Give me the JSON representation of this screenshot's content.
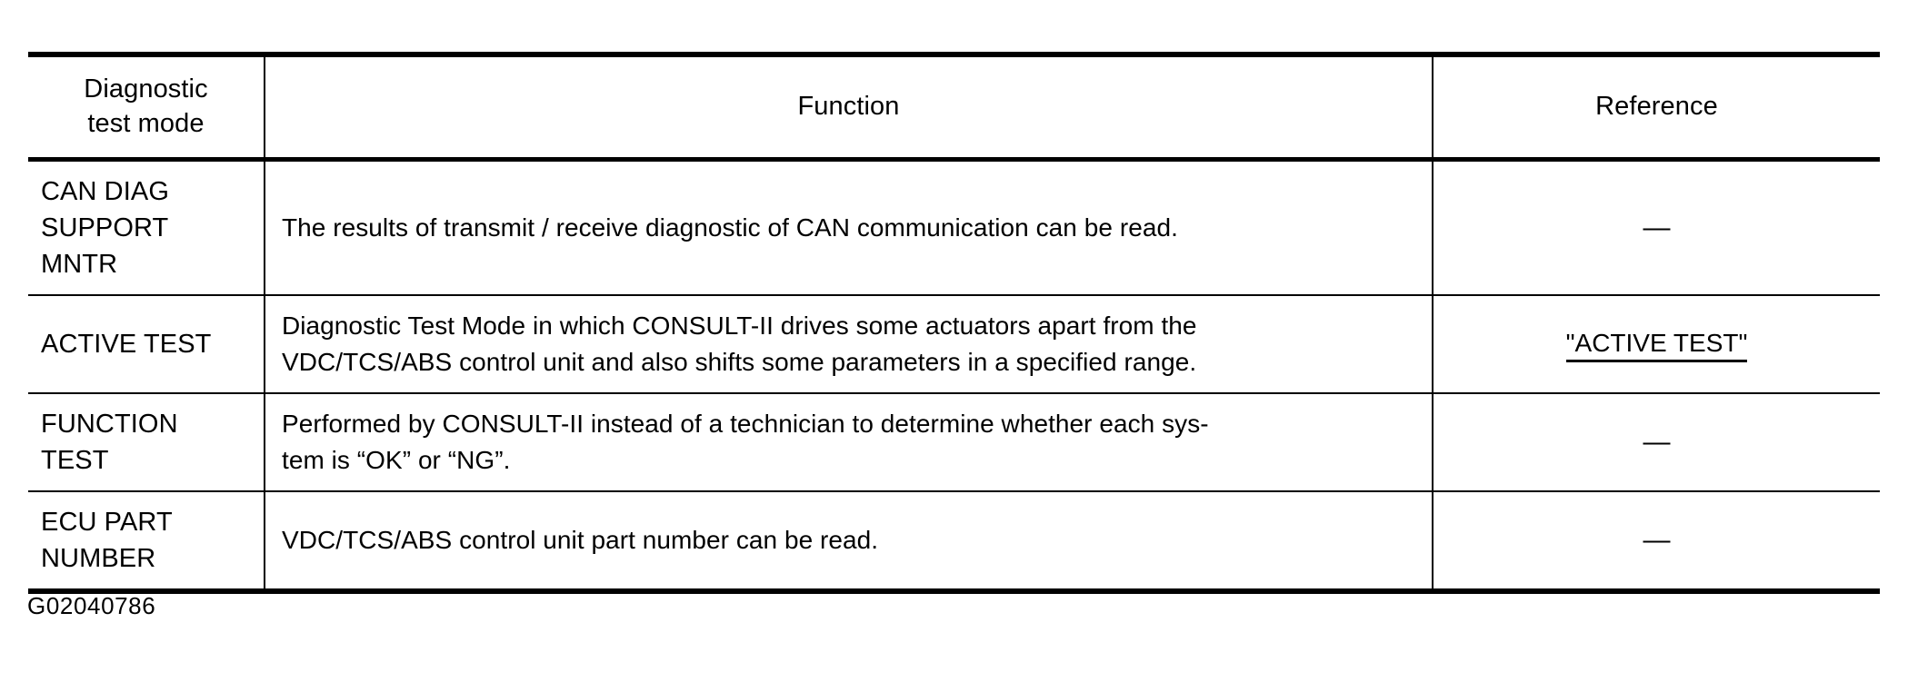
{
  "figure": {
    "caption_id": "G02040786"
  },
  "table": {
    "columns": [
      {
        "key": "mode",
        "header_lines": [
          "Diagnostic",
          "test mode"
        ],
        "align": "center"
      },
      {
        "key": "function",
        "header_lines": [
          "Function"
        ],
        "align": "center"
      },
      {
        "key": "reference",
        "header_lines": [
          "Reference"
        ],
        "align": "center"
      }
    ],
    "rows": [
      {
        "mode_lines": [
          "CAN DIAG",
          "SUPPORT",
          "MNTR"
        ],
        "function_lines": [
          "The results of transmit / receive diagnostic of CAN communication can be read."
        ],
        "reference": {
          "type": "dash",
          "text": "—"
        }
      },
      {
        "mode_lines": [
          "ACTIVE TEST"
        ],
        "function_lines": [
          "Diagnostic Test Mode in which CONSULT-II drives some actuators apart from the",
          "VDC/TCS/ABS control unit and also shifts some parameters in a specified range."
        ],
        "reference": {
          "type": "link",
          "text": "\"ACTIVE TEST\""
        }
      },
      {
        "mode_lines": [
          "FUNCTION",
          "TEST"
        ],
        "function_lines": [
          "Performed by CONSULT-II instead of a technician to determine whether each sys-",
          "tem is “OK” or “NG”."
        ],
        "reference": {
          "type": "dash",
          "text": "—"
        }
      },
      {
        "mode_lines": [
          "ECU PART",
          "NUMBER"
        ],
        "function_lines": [
          "VDC/TCS/ABS control unit part number can be read."
        ],
        "reference": {
          "type": "dash",
          "text": "—"
        }
      }
    ]
  },
  "colors": {
    "rule": "#000000",
    "text": "#000000",
    "page": "#ffffff"
  }
}
